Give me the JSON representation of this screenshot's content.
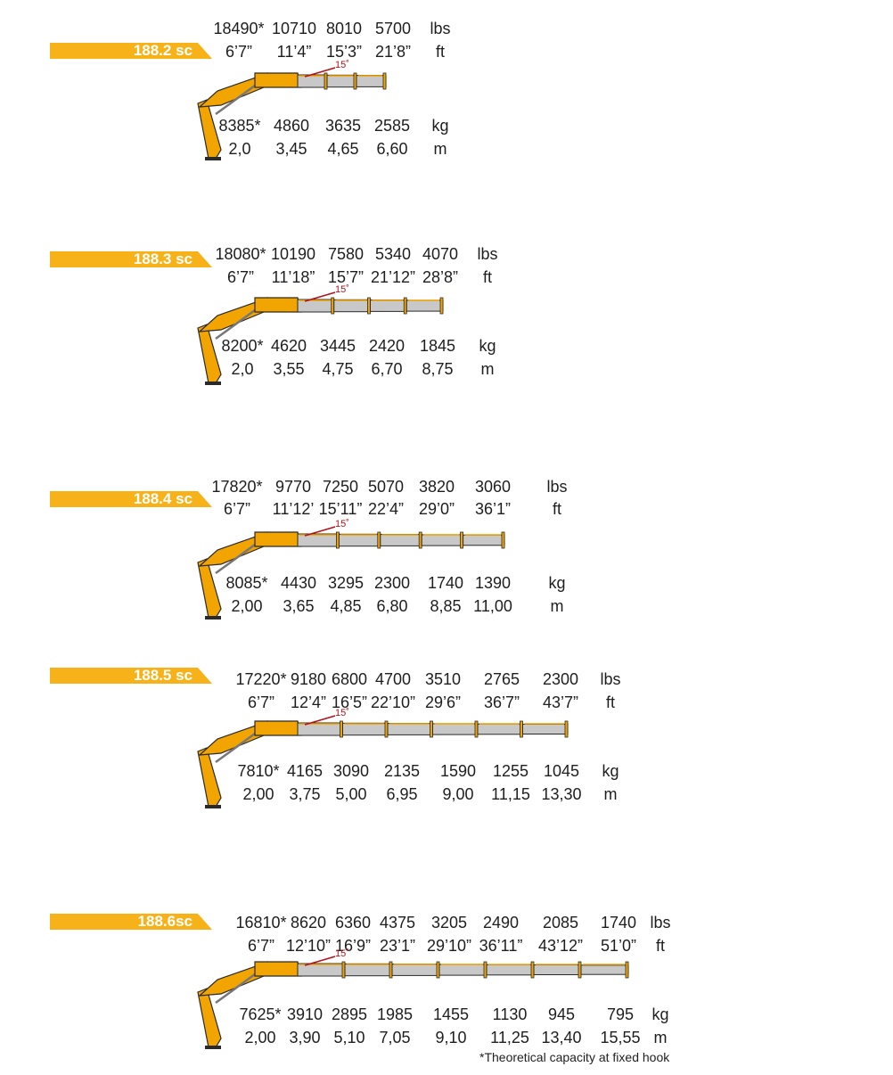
{
  "colors": {
    "accent": "#f7b21a",
    "boom": "#f2a400",
    "extension": "#c8c8c8",
    "angle_marker": "#b3121b",
    "outline": "#2a2a2a"
  },
  "angle_label": "15˚",
  "models": [
    {
      "name": "188.2 sc",
      "lbs": [
        "18490*",
        "10710",
        "8010",
        "5700"
      ],
      "lbs_unit": "lbs",
      "ft": [
        "6’7”",
        "11’4”",
        "15’3”",
        "21’8”"
      ],
      "ft_unit": "ft",
      "kg": [
        "8385*",
        "4860",
        "3635",
        "2585"
      ],
      "kg_unit": "kg",
      "m": [
        "2,0",
        "3,45",
        "4,65",
        "6,60"
      ],
      "m_unit": "m"
    },
    {
      "name": "188.3 sc",
      "lbs": [
        "18080*",
        "10190",
        "7580",
        "5340",
        "4070"
      ],
      "lbs_unit": "lbs",
      "ft": [
        "6’7”",
        "11’18”",
        "15’7”",
        "21’12”",
        "28’8”"
      ],
      "ft_unit": "ft",
      "kg": [
        "8200*",
        "4620",
        "3445",
        "2420",
        "1845"
      ],
      "kg_unit": "kg",
      "m": [
        "2,0",
        "3,55",
        "4,75",
        "6,70",
        "8,75"
      ],
      "m_unit": "m"
    },
    {
      "name": "188.4 sc",
      "lbs": [
        "17820*",
        "9770",
        "7250",
        "5070",
        "3820",
        "3060"
      ],
      "lbs_unit": "lbs",
      "ft": [
        "6’7”",
        "11’12’",
        "15’11”",
        "22’4”",
        "29’0”",
        "36’1”"
      ],
      "ft_unit": "ft",
      "kg": [
        "8085*",
        "4430",
        "3295",
        "2300",
        "1740",
        "1390"
      ],
      "kg_unit": "kg",
      "m": [
        "2,00",
        "3,65",
        "4,85",
        "6,80",
        "8,85",
        "11,00"
      ],
      "m_unit": "m"
    },
    {
      "name": "188.5 sc",
      "lbs": [
        "17220*",
        "9180",
        "6800",
        "4700",
        "3510",
        "2765",
        "2300"
      ],
      "lbs_unit": "lbs",
      "ft": [
        "6’7”",
        "12’4”",
        "16’5”",
        "22’10”",
        "29’6”",
        "36’7”",
        "43’7”"
      ],
      "ft_unit": "ft",
      "kg": [
        "7810*",
        "4165",
        "3090",
        "2135",
        "1590",
        "1255",
        "1045"
      ],
      "kg_unit": "kg",
      "m": [
        "2,00",
        "3,75",
        "5,00",
        "6,95",
        "9,00",
        "11,15",
        "13,30"
      ],
      "m_unit": "m"
    },
    {
      "name": "188.6sc",
      "lbs": [
        "16810*",
        "8620",
        "6360",
        "4375",
        "3205",
        "2490",
        "2085",
        "1740"
      ],
      "lbs_unit": "lbs",
      "ft": [
        "6’7”",
        "12’10”",
        "16’9”",
        "23’1”",
        "29’10”",
        "36’11”",
        "43’12”",
        "51’0”"
      ],
      "ft_unit": "ft",
      "kg": [
        "7625*",
        "3910",
        "2895",
        "1985",
        "1455",
        "1130",
        "945",
        "795"
      ],
      "kg_unit": "kg",
      "m": [
        "2,00",
        "3,90",
        "5,10",
        "7,05",
        "9,10",
        "11,25",
        "13,40",
        "15,55"
      ],
      "m_unit": "m"
    }
  ],
  "footnote": "*Theoretical capacity at fixed hook"
}
